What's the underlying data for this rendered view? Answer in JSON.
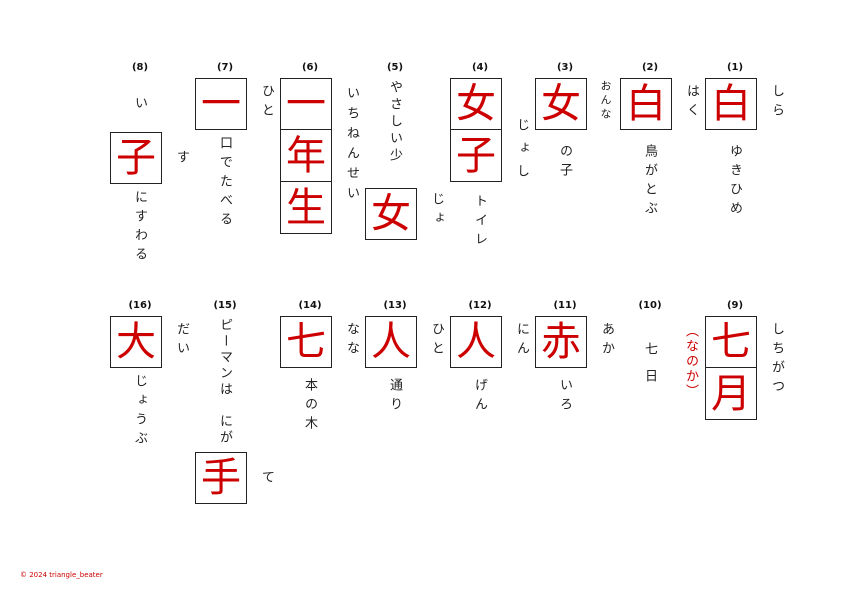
{
  "questions": [
    {
      "num": "(1)",
      "kanji": [
        "白"
      ],
      "right": "しら",
      "below": "ゆきひめ",
      "left": ""
    },
    {
      "num": "(2)",
      "kanji": [
        "白"
      ],
      "right": "はく",
      "below": "鳥がとぶ",
      "left": ""
    },
    {
      "num": "(3)",
      "kanji": [
        "女"
      ],
      "right": "おんな",
      "below": "の子",
      "left": ""
    },
    {
      "num": "(4)",
      "kanji": [
        "女",
        "子"
      ],
      "right": "じょし",
      "below": "トイレ",
      "left": ""
    },
    {
      "num": "(5)",
      "kanji": [
        "女"
      ],
      "right": "じょ",
      "above": "やさしい少",
      "left": ""
    },
    {
      "num": "(6)",
      "kanji": [
        "一",
        "年",
        "生"
      ],
      "right": "いちねんせい",
      "left": ""
    },
    {
      "num": "(7)",
      "kanji": [
        "一"
      ],
      "right": "ひと",
      "below": "口でたべる",
      "left": ""
    },
    {
      "num": "(8)",
      "kanji": [
        "子"
      ],
      "right": "す",
      "above": "い",
      "below": "にすわる",
      "left": ""
    },
    {
      "num": "(9)",
      "kanji": [
        "七",
        "月"
      ],
      "right": "しちがつ",
      "left": "（なのか）"
    },
    {
      "num": "(10)",
      "kanji": [],
      "right": "",
      "below": "七日",
      "left": ""
    },
    {
      "num": "(11)",
      "kanji": [
        "赤"
      ],
      "right": "あか",
      "below": "いろ",
      "left": ""
    },
    {
      "num": "(12)",
      "kanji": [
        "人"
      ],
      "right": "にん",
      "below": "げん",
      "left": ""
    },
    {
      "num": "(13)",
      "kanji": [
        "人"
      ],
      "right": "ひと",
      "below": "通り",
      "left": ""
    },
    {
      "num": "(14)",
      "kanji": [
        "七"
      ],
      "right": "なな",
      "below": "本の木",
      "left": ""
    },
    {
      "num": "(15)",
      "kanji": [
        "手"
      ],
      "right": "て",
      "above": "ピーマンは　にが",
      "left": ""
    },
    {
      "num": "(16)",
      "kanji": [
        "大"
      ],
      "right": "だい",
      "below": "じょうぶ",
      "left": ""
    }
  ],
  "footer": {
    "copyright": "© 2024 triangle_beater"
  }
}
